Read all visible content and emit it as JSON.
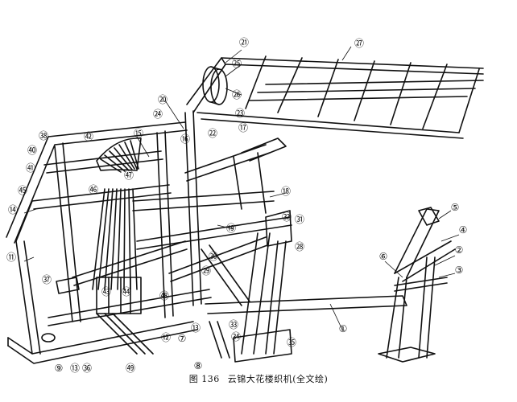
{
  "caption": {
    "figure_no": "图 136",
    "title": "云锦大花楼织机(全文绘)"
  },
  "callouts": [
    {
      "id": "c1",
      "label": "①"
    },
    {
      "id": "c2",
      "label": "②"
    },
    {
      "id": "c3",
      "label": "③"
    },
    {
      "id": "c4",
      "label": "④"
    },
    {
      "id": "c5",
      "label": "⑤"
    },
    {
      "id": "c6",
      "label": "⑥"
    },
    {
      "id": "c7",
      "label": "⑦"
    },
    {
      "id": "c8",
      "label": "⑧"
    },
    {
      "id": "c9",
      "label": "⑨"
    },
    {
      "id": "c11",
      "label": "⑪"
    },
    {
      "id": "c12",
      "label": "⑫"
    },
    {
      "id": "c13",
      "label": "⑬"
    },
    {
      "id": "c13b",
      "label": "⑬"
    },
    {
      "id": "c14",
      "label": "⑭"
    },
    {
      "id": "c15",
      "label": "⑮"
    },
    {
      "id": "c16",
      "label": "⑯"
    },
    {
      "id": "c17",
      "label": "⑰"
    },
    {
      "id": "c18",
      "label": "⑱"
    },
    {
      "id": "c19",
      "label": "⑲"
    },
    {
      "id": "c20",
      "label": "⑳"
    },
    {
      "id": "c21",
      "label": "㉑"
    },
    {
      "id": "c22",
      "label": "㉒"
    },
    {
      "id": "c23",
      "label": "㉓"
    },
    {
      "id": "c24",
      "label": "㉔"
    },
    {
      "id": "c25",
      "label": "㉕"
    },
    {
      "id": "c26",
      "label": "㉖"
    },
    {
      "id": "c27",
      "label": "㉗"
    },
    {
      "id": "c28",
      "label": "㉘"
    },
    {
      "id": "c29",
      "label": "㉙"
    },
    {
      "id": "c30",
      "label": "㉚"
    },
    {
      "id": "c31",
      "label": "㉛"
    },
    {
      "id": "c32",
      "label": "㉜"
    },
    {
      "id": "c33",
      "label": "㉝"
    },
    {
      "id": "c34",
      "label": "㉞"
    },
    {
      "id": "c35",
      "label": "㉟"
    },
    {
      "id": "c36",
      "label": "㊱"
    },
    {
      "id": "c37",
      "label": "㊲"
    },
    {
      "id": "c38",
      "label": "㊳"
    },
    {
      "id": "c40",
      "label": "㊵"
    },
    {
      "id": "c41",
      "label": "㊶"
    },
    {
      "id": "c42",
      "label": "㊷"
    },
    {
      "id": "c43",
      "label": "㊸"
    },
    {
      "id": "c44",
      "label": "㊹"
    },
    {
      "id": "c45",
      "label": "㊺"
    },
    {
      "id": "c46",
      "label": "㊻"
    },
    {
      "id": "c47",
      "label": "㊼"
    },
    {
      "id": "c48",
      "label": "㊽"
    },
    {
      "id": "c49",
      "label": "㊾"
    }
  ]
}
